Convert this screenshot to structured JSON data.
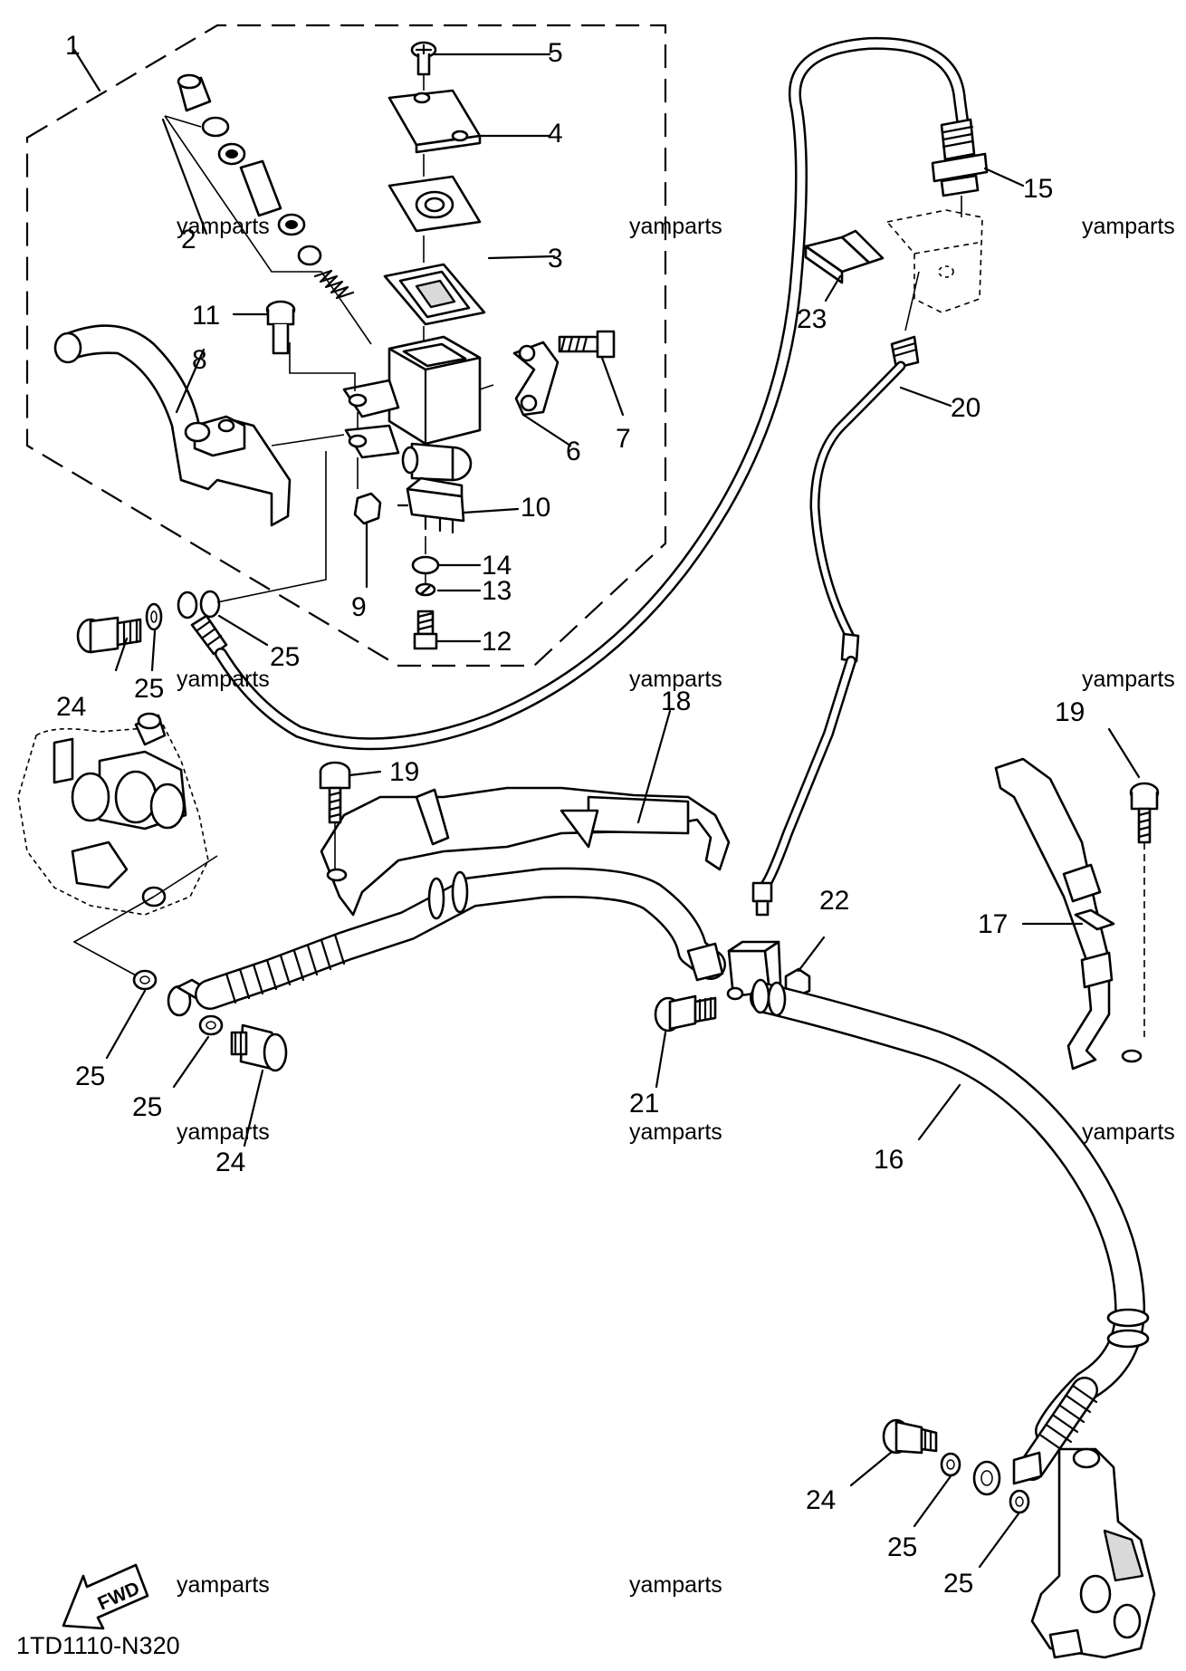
{
  "diagram": {
    "code": "1TD1110-N320",
    "fwd_label": "FWD",
    "watermark": "yamparts",
    "callouts": [
      "1",
      "2",
      "3",
      "4",
      "5",
      "6",
      "7",
      "8",
      "9",
      "10",
      "11",
      "12",
      "13",
      "14",
      "15",
      "16",
      "17",
      "18",
      "19",
      "19",
      "20",
      "21",
      "22",
      "23",
      "24",
      "24",
      "24",
      "25",
      "25",
      "25",
      "25",
      "25",
      "25"
    ]
  }
}
